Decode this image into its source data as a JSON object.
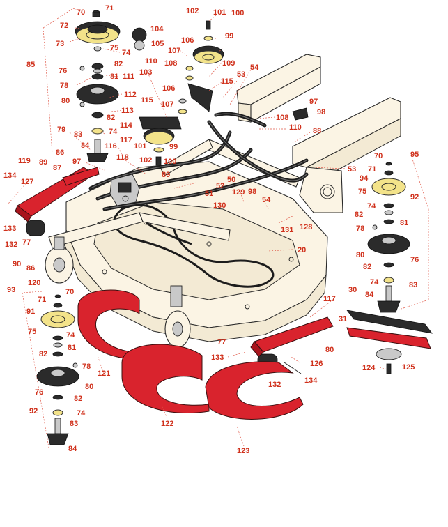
{
  "callouts": [
    "70",
    "71",
    "72",
    "73",
    "74",
    "75",
    "85",
    "76",
    "82",
    "81",
    "78",
    "111",
    "103",
    "80",
    "112",
    "113",
    "79",
    "83",
    "114",
    "74b",
    "84",
    "86",
    "119",
    "89",
    "87",
    "97",
    "116",
    "117",
    "118",
    "134",
    "127",
    "133",
    "132",
    "77",
    "90",
    "86b",
    "120",
    "93",
    "70b",
    "71b",
    "91",
    "75b",
    "74c",
    "81b",
    "82b",
    "78b",
    "80b",
    "76b",
    "82c",
    "74d",
    "92",
    "83b",
    "84b",
    "102",
    "101",
    "100",
    "106",
    "99",
    "104",
    "105",
    "107",
    "110",
    "108",
    "109",
    "115",
    "53",
    "54",
    "106b",
    "107b",
    "97b",
    "98",
    "108b",
    "110b",
    "88",
    "115b",
    "101b",
    "99b",
    "102b",
    "100b",
    "89b",
    "51",
    "52",
    "50",
    "129",
    "98b",
    "54b",
    "53b",
    "130",
    "131",
    "128",
    "20",
    "95",
    "70c",
    "94",
    "71c",
    "75c",
    "92b",
    "74e",
    "82d",
    "81c",
    "78c",
    "80c",
    "76c",
    "82e",
    "74f",
    "83c",
    "84c",
    "30",
    "31",
    "117b",
    "77b",
    "80d",
    "133b",
    "126",
    "132b",
    "134b",
    "121",
    "122",
    "123",
    "124",
    "125"
  ],
  "labels": {
    "c70": "70",
    "c71": "71",
    "c72": "72",
    "c73": "73",
    "c74": "74",
    "c75": "75",
    "c85": "85",
    "c76": "76",
    "c82": "82",
    "c81": "81",
    "c78": "78",
    "c111": "111",
    "c103": "103",
    "c80": "80",
    "c112": "112",
    "c113": "113",
    "c79": "79",
    "c83": "83",
    "c114": "114",
    "c74b": "74",
    "c84": "84",
    "c86": "86",
    "c119": "119",
    "c89": "89",
    "c87": "87",
    "c97": "97",
    "c116": "116",
    "c117": "117",
    "c118": "118",
    "c134": "134",
    "c127": "127",
    "c133": "133",
    "c132": "132",
    "c77": "77",
    "c90": "90",
    "c86b": "86",
    "c120": "120",
    "c93": "93",
    "c70b": "70",
    "c71b": "71",
    "c91": "91",
    "c75b": "75",
    "c74c": "74",
    "c81b": "81",
    "c82b": "82",
    "c78b": "78",
    "c80b": "80",
    "c76b": "76",
    "c82c": "82",
    "c74d": "74",
    "c92": "92",
    "c83b": "83",
    "c84b": "84",
    "c102": "102",
    "c101": "101",
    "c100": "100",
    "c106": "106",
    "c99": "99",
    "c104": "104",
    "c105": "105",
    "c107": "107",
    "c110": "110",
    "c108": "108",
    "c109": "109",
    "c115": "115",
    "c53": "53",
    "c54": "54",
    "c106b": "106",
    "c107b": "107",
    "c97b": "97",
    "c98": "98",
    "c108b": "108",
    "c110b": "110",
    "c88": "88",
    "c115b": "115",
    "c101b": "101",
    "c99b": "99",
    "c102b": "102",
    "c100b": "100",
    "c89b": "89",
    "c51": "51",
    "c52": "52",
    "c50": "50",
    "c129": "129",
    "c98b": "98",
    "c54b": "54",
    "c53b": "53",
    "c130": "130",
    "c131": "131",
    "c128": "128",
    "c20": "20",
    "c95": "95",
    "c70c": "70",
    "c94": "94",
    "c71c": "71",
    "c75c": "75",
    "c92b": "92",
    "c74e": "74",
    "c82d": "82",
    "c81c": "81",
    "c78c": "78",
    "c80c": "80",
    "c76c": "76",
    "c82e": "82",
    "c74f": "74",
    "c83c": "83",
    "c84c": "84",
    "c30": "30",
    "c31": "31",
    "c117b": "117",
    "c77b": "77",
    "c80d": "80",
    "c133b": "133",
    "c126": "126",
    "c132b": "132",
    "c134b": "134",
    "c121": "121",
    "c122": "122",
    "c123": "123",
    "c124": "124",
    "c125": "125"
  },
  "colors": {
    "callout_text": "#d0311c",
    "red_parts": "#d9232d",
    "deck_cream": "#fbf4e4",
    "pulley_gold": "#f3e38a"
  }
}
